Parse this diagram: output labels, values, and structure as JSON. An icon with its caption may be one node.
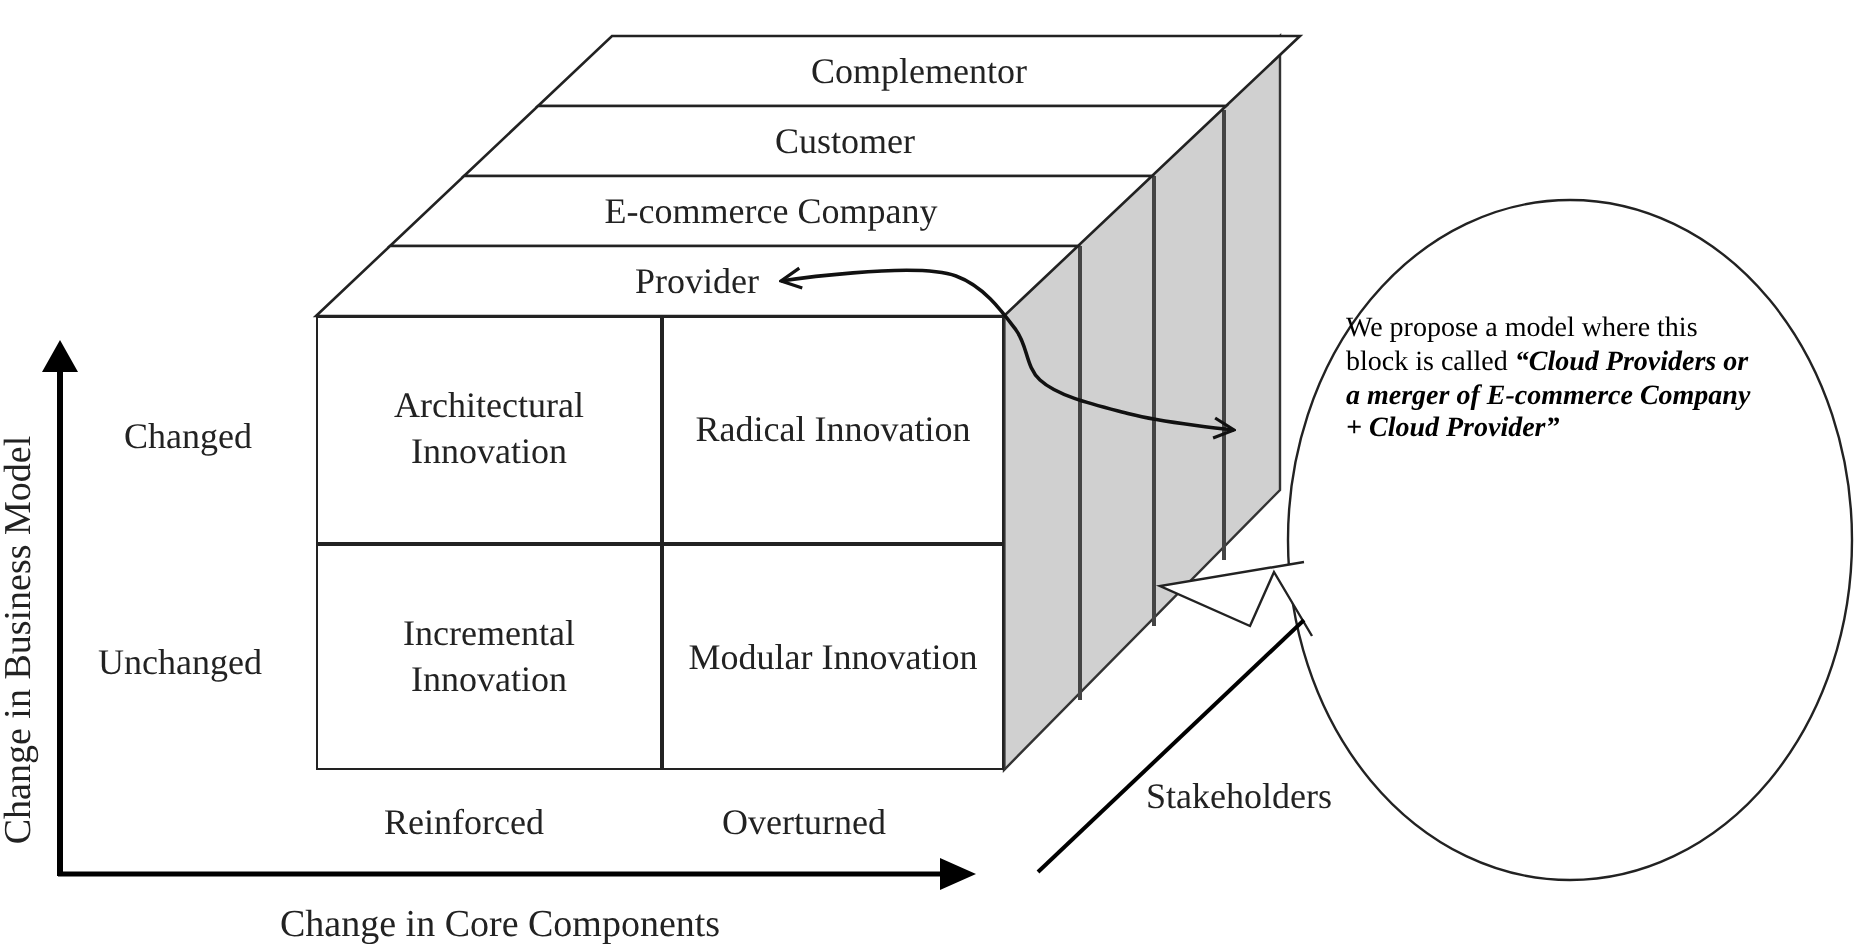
{
  "diagram": {
    "nodes": [
      {
        "text": [
          "Complementor"
        ]
      },
      {
        "text": [
          "Customer"
        ]
      },
      {
        "text": [
          "E-commerce Company"
        ]
      },
      {
        "text": [
          "Provider"
        ]
      },
      {
        "text": [
          "Architectural Innovation"
        ]
      },
      {
        "text": [
          "Radical Innovation"
        ]
      },
      {
        "text": [
          "Incremental Innovation"
        ]
      },
      {
        "text": [
          "Modular Innovation"
        ]
      },
      {
        "text": [
          "We propose a model where this block is called **“Cloud Providers or a merger of E-commerce Company + Cloud Provider”**"
        ]
      }
    ],
    "edges": [
      {
        "from": 3,
        "to": 8,
        "arrow": "both"
      }
    ],
    "labels": [
      "Change in Business Model",
      "Changed",
      "Unchanged",
      "Reinforced",
      "Overturned",
      "Stakeholders",
      "Change in Core Components"
    ]
  }
}
